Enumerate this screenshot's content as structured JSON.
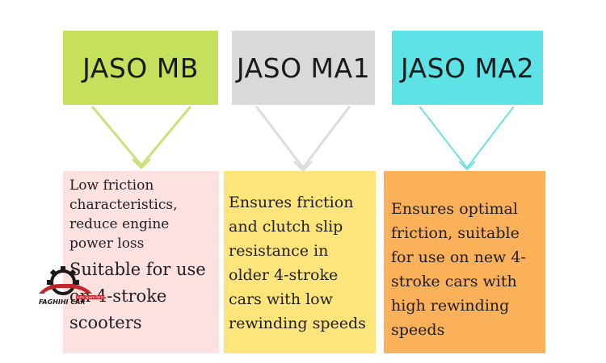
{
  "colors": {
    "mb_header": "#c5e05a",
    "ma1_header": "#d9d9d9",
    "ma2_header": "#5de3e6",
    "mb_desc": "#fde0e0",
    "ma1_desc": "#fde57c",
    "ma2_desc": "#fbb05a",
    "mb_arrow": "#c9e27c",
    "ma1_arrow": "#dcdcdc",
    "ma2_arrow": "#6fe0e3",
    "logo_red": "#c0262c",
    "logo_dark": "#1a1a1a"
  },
  "headers": {
    "mb": "JASO MB",
    "ma1": "JASO MA1",
    "ma2": "JASO MA2"
  },
  "descriptions": {
    "mb_text": "Low friction characteristics, reduce engine power loss",
    "mb_sub": "Suitable for use on 4-stroke scooters",
    "ma1_text": "Ensures friction and clutch slip resistance in older 4-stroke cars with low rewinding speeds",
    "ma2_text": "Ensures optimal friction, suitable for use on new 4-stroke cars with high rewinding speeds"
  },
  "logo": {
    "name": "FAGHIHI CAR",
    "tagline": "Auto Spare Parts",
    "icon": "gear-car-icon"
  }
}
